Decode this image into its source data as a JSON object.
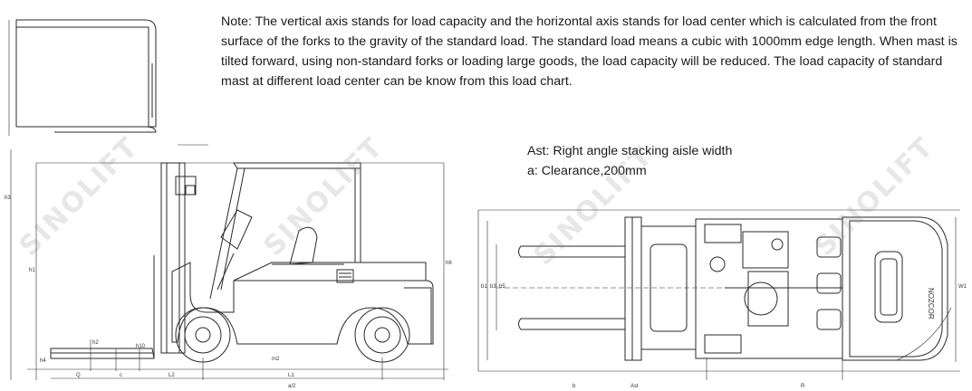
{
  "note": "Note: The vertical axis stands for load capacity and the horizontal axis stands for load center which is calculated from the front surface of the forks to the gravity of the standard load. The standard load means a cubic with 1000mm edge length. When mast is tilted forward, using non-standard forks or loading large goods, the load capacity will be reduced. The load capacity of standard mast at different load center can be know from this load chart.",
  "legend": {
    "ast": "Ast: Right angle stacking aisle width",
    "clearance": "a: Clearance,200mm"
  },
  "watermark": "SINOLIFT",
  "side_view": {
    "dims": [
      "h3",
      "h1",
      "h4",
      "h6",
      "h2",
      "h10",
      "m2",
      "L2",
      "L1",
      "Q",
      "c",
      "a/2"
    ]
  },
  "top_view": {
    "brand_text": "NOZCOR",
    "dims": [
      "b1",
      "b3",
      "b5",
      "W1",
      "b",
      "Ast",
      "R"
    ]
  }
}
